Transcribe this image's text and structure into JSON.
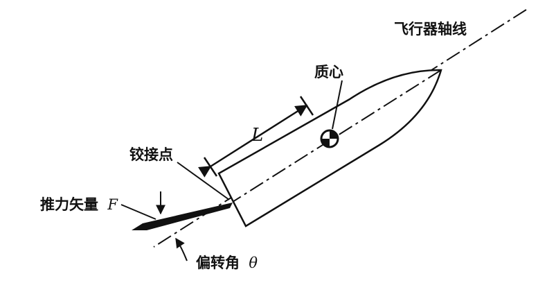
{
  "labels": {
    "axis": "飞行器轴线",
    "center_of_mass": "质心",
    "length": "L",
    "hinge": "铰接点",
    "thrust_prefix": "推力矢量",
    "thrust_symbol": "F",
    "deflection_prefix": "偏转角",
    "deflection_symbol": "θ"
  },
  "colors": {
    "ink": "#111111",
    "background": "#ffffff"
  }
}
